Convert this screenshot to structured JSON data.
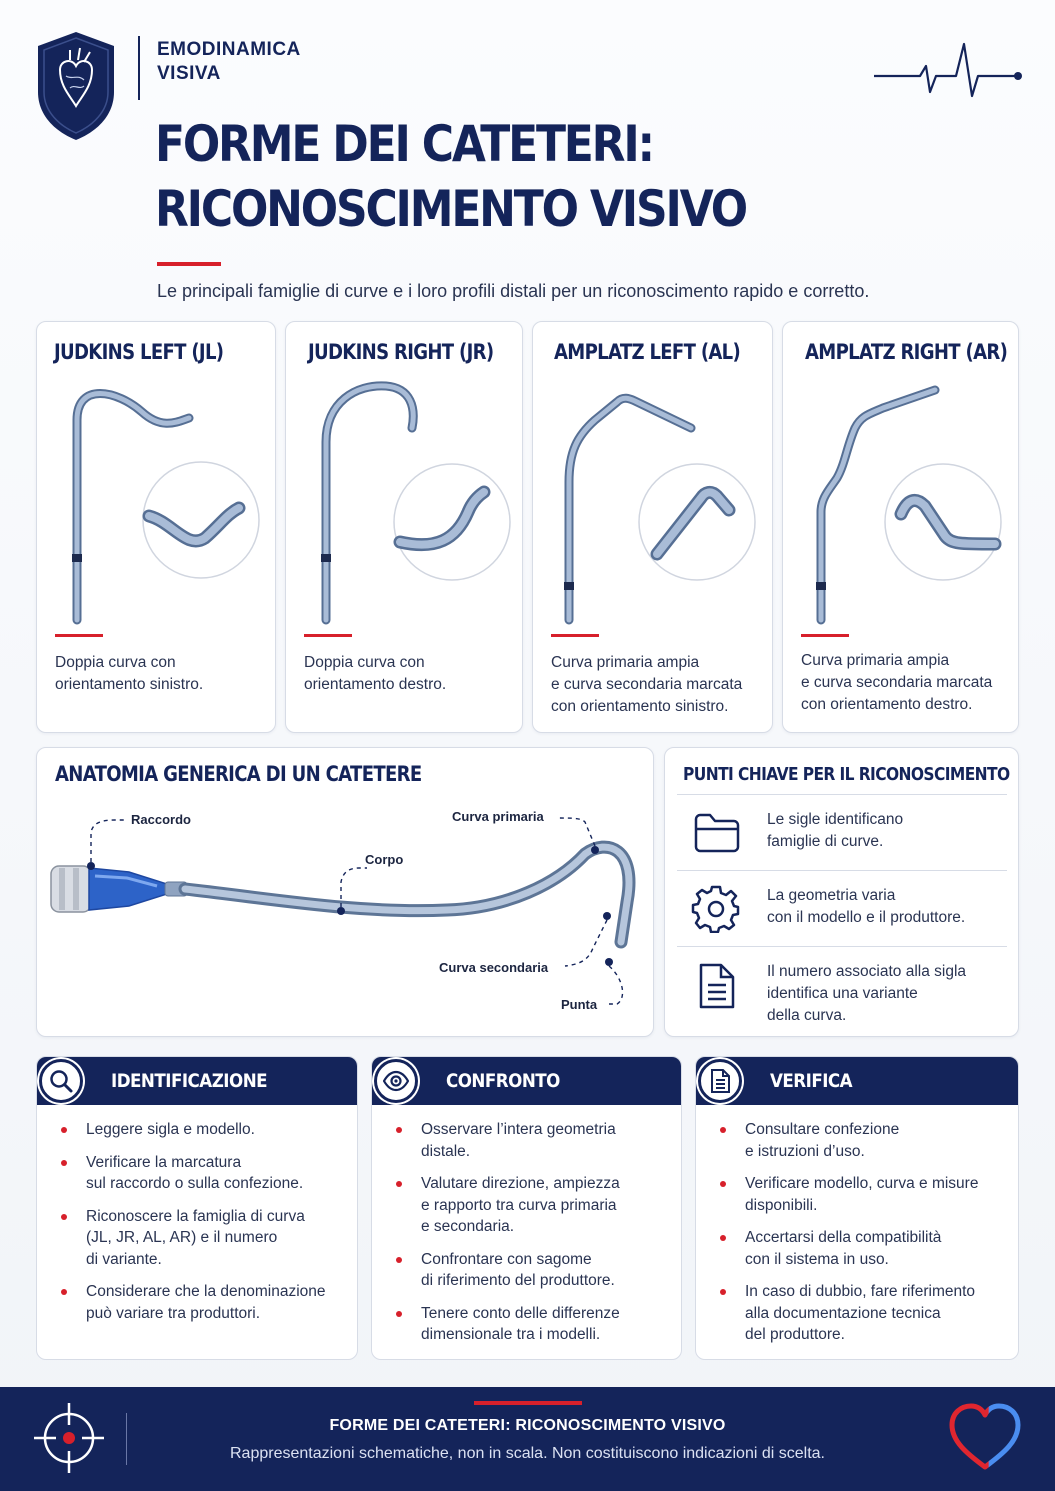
{
  "brand": {
    "line1": "EMODINAMICA",
    "line2": "VISIVA"
  },
  "header": {
    "title_line1": "FORME DEI CATETERI:",
    "title_line2": "RICONOSCIMENTO VISIVO",
    "subtitle": "Le principali famiglie di curve e i loro profili distali per un riconoscimento rapido e corretto."
  },
  "catheters": [
    {
      "title": "JUDKINS LEFT (JL)",
      "desc": [
        "Doppia curva con",
        "orientamento sinistro."
      ]
    },
    {
      "title": "JUDKINS RIGHT (JR)",
      "desc": [
        "Doppia curva con",
        "orientamento destro."
      ]
    },
    {
      "title": "AMPLATZ LEFT (AL)",
      "desc": [
        "Curva primaria ampia",
        "e curva secondaria marcata",
        "con orientamento sinistro."
      ]
    },
    {
      "title": "AMPLATZ RIGHT (AR)",
      "desc": [
        "Curva primaria ampia",
        "e curva secondaria marcata",
        "con orientamento destro."
      ]
    }
  ],
  "anatomy": {
    "title": "ANATOMIA GENERICA DI UN CATETERE",
    "labels": {
      "raccordo": "Raccordo",
      "corpo": "Corpo",
      "curva_primaria": "Curva primaria",
      "curva_secondaria": "Curva secondaria",
      "punta": "Punta"
    }
  },
  "key_points": {
    "title": "PUNTI CHIAVE PER IL RICONOSCIMENTO",
    "items": [
      {
        "icon": "folder-icon",
        "text": [
          "Le sigle identificano",
          "famiglie di curve."
        ]
      },
      {
        "icon": "gear-icon",
        "text": [
          "La geometria varia",
          "con il modello e il produttore."
        ]
      },
      {
        "icon": "document-icon",
        "text": [
          "Il numero associato alla sigla",
          "identifica una variante",
          "della curva."
        ]
      }
    ]
  },
  "sections": [
    {
      "title": "IDENTIFICAZIONE",
      "icon": "magnifier-icon",
      "items": [
        [
          "Leggere sigla e modello."
        ],
        [
          "Verificare la marcatura",
          "sul raccordo o sulla confezione."
        ],
        [
          "Riconoscere la famiglia di curva",
          "(JL, JR, AL, AR) e il numero",
          "di variante."
        ],
        [
          "Considerare che la denominazione",
          "può variare tra produttori."
        ]
      ]
    },
    {
      "title": "CONFRONTO",
      "icon": "eye-icon",
      "items": [
        [
          "Osservare l’intera geometria",
          "distale."
        ],
        [
          "Valutare direzione, ampiezza",
          "e rapporto tra curva primaria",
          "e secondaria."
        ],
        [
          "Confrontare con sagome",
          "di riferimento del produttore."
        ],
        [
          "Tenere conto delle differenze",
          "dimensionale tra i modelli."
        ]
      ]
    },
    {
      "title": "VERIFICA",
      "icon": "document-icon",
      "items": [
        [
          "Consultare confezione",
          "e istruzioni d’uso."
        ],
        [
          "Verificare modello, curva e misure",
          "disponibili."
        ],
        [
          "Accertarsi della compatibilità",
          "con il sistema in uso."
        ],
        [
          "In caso di dubbio, fare riferimento",
          "alla documentazione tecnica",
          "del produttore."
        ]
      ]
    }
  ],
  "footer": {
    "title": "FORME DEI CATETERI: RICONOSCIMENTO VISIVO",
    "note": "Rappresentazioni schematiche, non in scala. Non costituiscono indicazioni di scelta."
  },
  "colors": {
    "navy": "#14245a",
    "accent_red": "#d7202b",
    "catheter_blue": "#7f97b8"
  }
}
